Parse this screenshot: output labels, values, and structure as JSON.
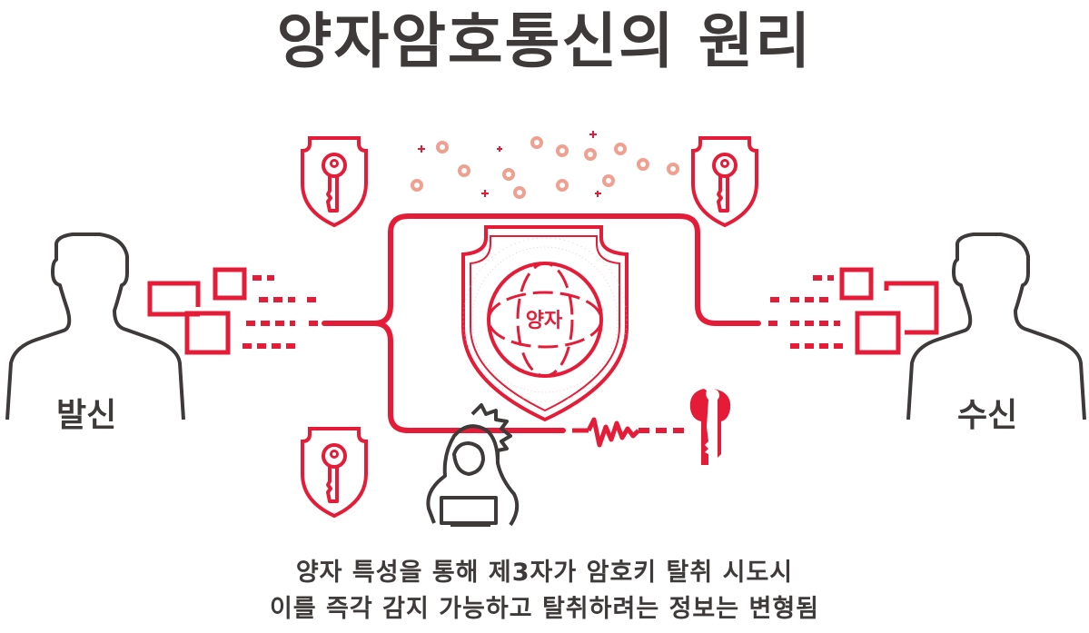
{
  "title": "양자암호통신의 원리",
  "parties": {
    "sender": "발신",
    "receiver": "수신"
  },
  "center_badge": {
    "label": "양자",
    "icon": "globe-shield-icon"
  },
  "icons": {
    "key_shield_top_left": "key-shield-icon",
    "key_shield_top_right": "key-shield-icon",
    "key_shield_bottom_left": "key-shield-icon",
    "hacker": "hooded-hacker-icon",
    "broken_key": "broken-key-icon",
    "signal_noise": "zigzag-noise-icon",
    "particles": "photon-particles"
  },
  "caption": {
    "line1": "양자 특성을 통해 제3자가 암호키 탈취 시도시",
    "line2": "이를 즉각 감지 가능하고 탈취하려는 정보는 변형됨"
  },
  "colors": {
    "accent_red": "#e41c38",
    "particle_salmon": "#f0a090",
    "text_dark": "#3d3a39"
  }
}
